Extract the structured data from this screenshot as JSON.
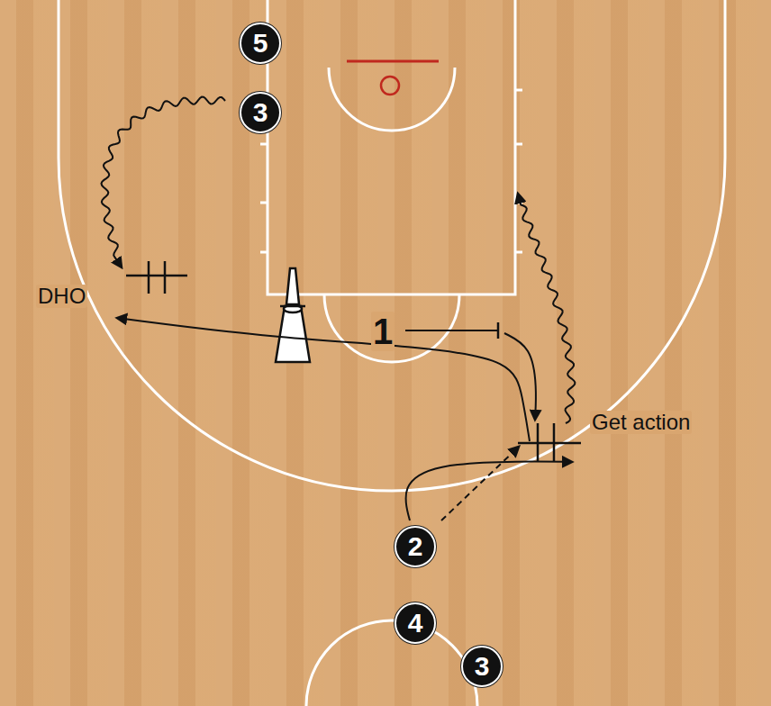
{
  "diagram": {
    "nodes": [
      {
        "text": [
          "5"
        ]
      },
      {
        "text": [
          "3"
        ]
      },
      {
        "text": [
          "2"
        ]
      },
      {
        "text": [
          "4"
        ]
      },
      {
        "text": [
          "3"
        ]
      }
    ],
    "labels": [
      "DHO",
      "Get action",
      "1"
    ]
  }
}
